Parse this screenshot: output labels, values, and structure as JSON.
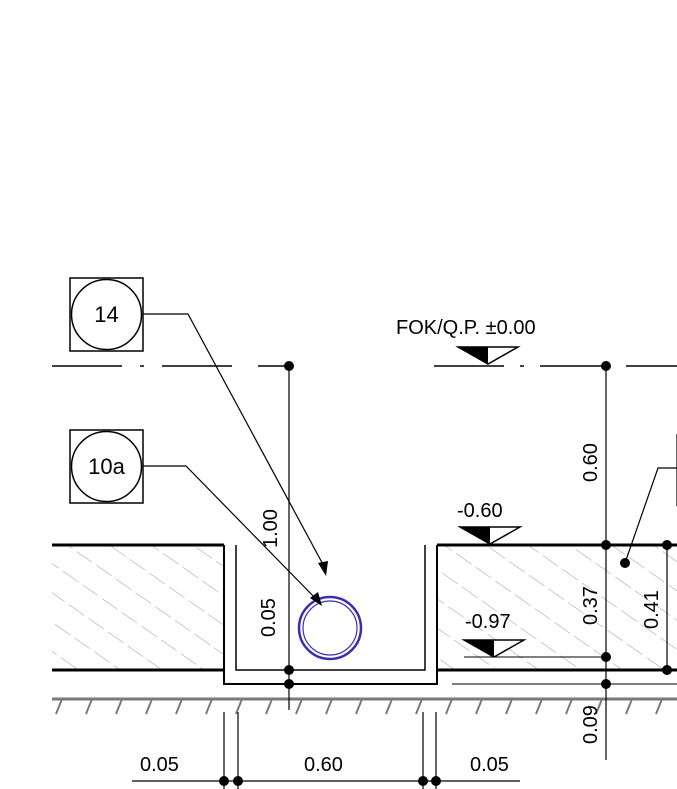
{
  "tags": {
    "tag_14": "14",
    "tag_10a": "10a"
  },
  "levels": {
    "top": "FOK/Q.P. ±0.00",
    "slab_top": "-0.60",
    "slab_bottom": "-0.97"
  },
  "dimensions": {
    "h_left_wall": "0.05",
    "h_trench": "0.60",
    "h_right_wall": "0.05",
    "v_total": "1.00",
    "v_pipe_offset": "0.05",
    "v_top_cover": "0.60",
    "v_slab": "0.37",
    "v_slab_outer": "0.41",
    "v_below": "0.09"
  },
  "colors": {
    "pipe": "#3a2fb0",
    "line": "#000000",
    "hatch": "#9a9a9a",
    "ground": "#7a7a7a"
  }
}
